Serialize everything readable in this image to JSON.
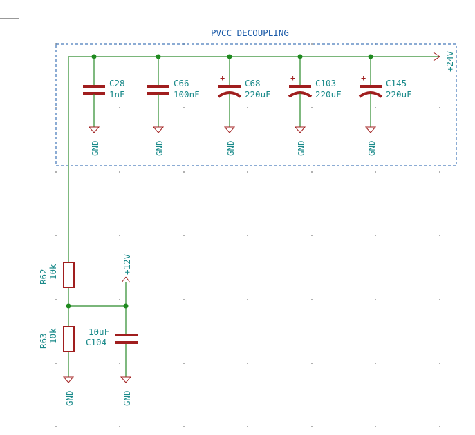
{
  "sheet": {
    "group_title": "PVCC DECOUPLING"
  },
  "power": {
    "rail_24": "+24V",
    "rail_12": "+12V",
    "gnd": "GND"
  },
  "capacitors_top": [
    {
      "ref": "C28",
      "value": "1nF",
      "polarized": false
    },
    {
      "ref": "C66",
      "value": "100nF",
      "polarized": false
    },
    {
      "ref": "C68",
      "value": "220uF",
      "polarized": true
    },
    {
      "ref": "C103",
      "value": "220uF",
      "polarized": true
    },
    {
      "ref": "C145",
      "value": "220uF",
      "polarized": true
    }
  ],
  "divider": {
    "r_top": {
      "ref": "R62",
      "value": "10k"
    },
    "r_bottom": {
      "ref": "R63",
      "value": "10k"
    },
    "cap": {
      "ref": "C104",
      "value": "10uF"
    }
  },
  "polarity_mark": "+",
  "colors": {
    "wire": "#2a8a2a",
    "part": "#a01e1e",
    "text": "#1a8a8a",
    "frame": "#1a5aa8",
    "junction": "#1e8a1e"
  }
}
